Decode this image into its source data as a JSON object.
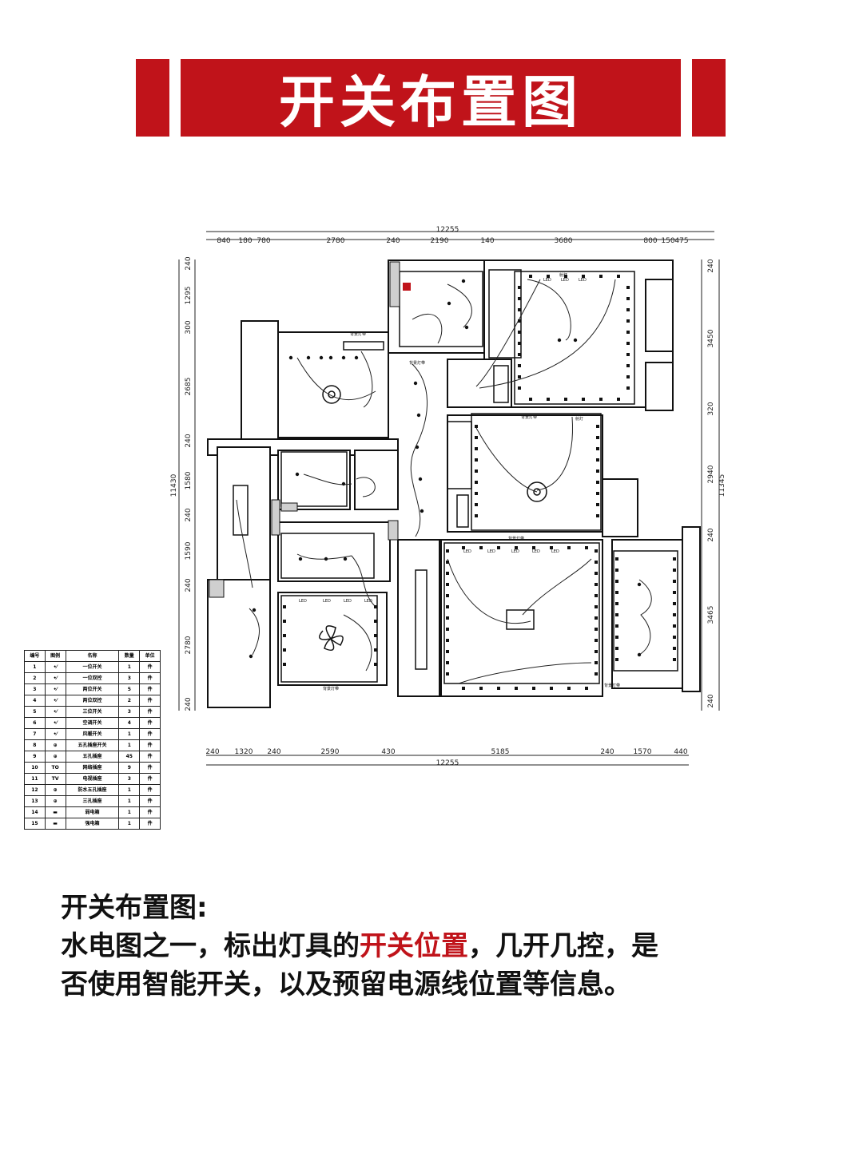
{
  "banner": {
    "title": "开关布置图"
  },
  "plan": {
    "dims_top_total": "12255",
    "dims_top": [
      "840",
      "180",
      "780",
      "2780",
      "240",
      "2190",
      "140",
      "3680",
      "800",
      "150",
      "475"
    ],
    "dims_bottom": [
      "240",
      "1320",
      "240",
      "2590",
      "430",
      "5185",
      "240",
      "1570",
      "440"
    ],
    "dims_bottom_total": "12255",
    "dims_left": [
      "240",
      "1295",
      "300",
      "2685",
      "240",
      "1580",
      "240",
      "1590",
      "240",
      "2780",
      "240"
    ],
    "dims_left_total": "11430",
    "dims_right": [
      "240",
      "3450",
      "320",
      "2940",
      "240",
      "3465",
      "240"
    ],
    "dims_right_total": "11345",
    "fixture_label": "LED",
    "light_label": "射灯",
    "strip_label": "背景灯带"
  },
  "legend": {
    "headers": [
      "编号",
      "图例",
      "名称",
      "数量",
      "单位"
    ],
    "rows": [
      {
        "no": "1",
        "sym": "•⁄",
        "name": "一位开关",
        "qty": "1",
        "unit": "件"
      },
      {
        "no": "2",
        "sym": "•⁄",
        "name": "一位双控",
        "qty": "3",
        "unit": "件"
      },
      {
        "no": "3",
        "sym": "•⁄",
        "name": "两位开关",
        "qty": "5",
        "unit": "件"
      },
      {
        "no": "4",
        "sym": "•⁄",
        "name": "两位双控",
        "qty": "2",
        "unit": "件"
      },
      {
        "no": "5",
        "sym": "•⁄",
        "name": "三位开关",
        "qty": "3",
        "unit": "件"
      },
      {
        "no": "6",
        "sym": "•⁄",
        "name": "空调开关",
        "qty": "4",
        "unit": "件"
      },
      {
        "no": "7",
        "sym": "•⁄",
        "name": "风暖开关",
        "qty": "1",
        "unit": "件"
      },
      {
        "no": "8",
        "sym": "⊕",
        "name": "五孔插座开关",
        "qty": "1",
        "unit": "件"
      },
      {
        "no": "9",
        "sym": "⊕",
        "name": "五孔插座",
        "qty": "45",
        "unit": "件"
      },
      {
        "no": "10",
        "sym": "TO",
        "name": "网络插座",
        "qty": "9",
        "unit": "件"
      },
      {
        "no": "11",
        "sym": "TV",
        "name": "电视插座",
        "qty": "3",
        "unit": "件"
      },
      {
        "no": "12",
        "sym": "⊕",
        "name": "防水五孔插座",
        "qty": "1",
        "unit": "件"
      },
      {
        "no": "13",
        "sym": "⊕",
        "name": "三孔插座",
        "qty": "1",
        "unit": "件"
      },
      {
        "no": "14",
        "sym": "▬",
        "name": "弱电箱",
        "qty": "1",
        "unit": "件"
      },
      {
        "no": "15",
        "sym": "▬",
        "name": "强电箱",
        "qty": "1",
        "unit": "件"
      }
    ]
  },
  "desc": {
    "heading": "开关布置图:",
    "line2_a": "水电图之一，标出灯具的",
    "line2_hl": "开关位置",
    "line2_b": "，几开几控，是",
    "line3": "否使用智能开关，以及预留电源线位置等信息。"
  },
  "colors": {
    "accent": "#c0131a",
    "ink": "#111111"
  }
}
